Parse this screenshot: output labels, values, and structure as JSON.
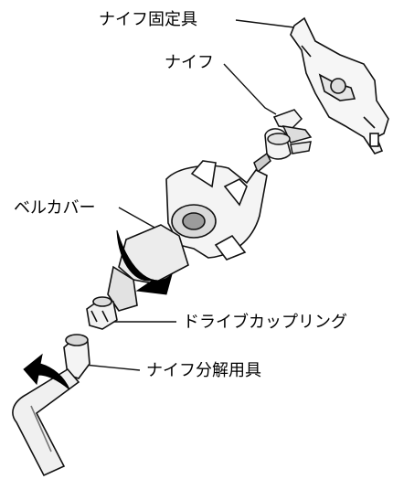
{
  "labels": {
    "knife_holder": "ナイフ固定具",
    "knife": "ナイフ",
    "bell_cover": "ベルカバー",
    "drive_coupling": "ドライブカップリング",
    "knife_tool": "ナイフ分解用具"
  },
  "colors": {
    "line": "#111111",
    "part_fill": "#f4f4f4",
    "shade": "#b9b9b9",
    "arrow": "#000000"
  }
}
